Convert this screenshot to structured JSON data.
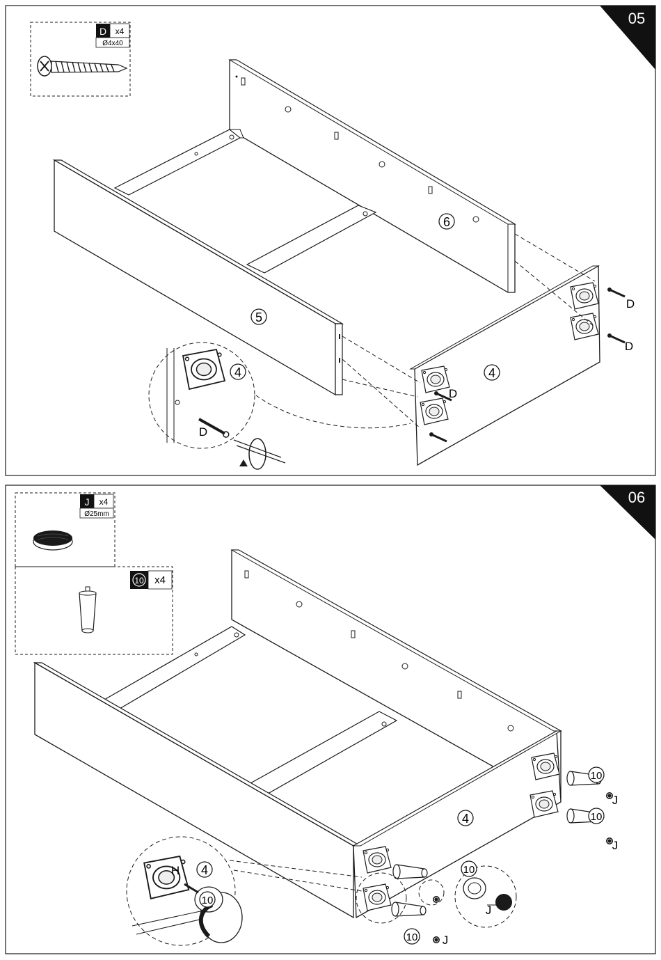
{
  "step05": {
    "step_number": "05",
    "hardware": {
      "letter": "D",
      "qty": "x4",
      "size": "Ø4x40"
    },
    "labels": {
      "panel_5": "5",
      "panel_6": "6",
      "panel_4": "4",
      "detail_panel": "4",
      "screw": "D"
    }
  },
  "step06": {
    "step_number": "06",
    "hardware_j": {
      "letter": "J",
      "qty": "x4",
      "size": "Ø25mm"
    },
    "hardware_leg": {
      "part": "10",
      "qty": "x4"
    },
    "labels": {
      "panel_4": "4",
      "detail_panel": "4",
      "detail_h": "H",
      "leg": "10",
      "cap": "J"
    }
  },
  "colors": {
    "line": "#1a1a1a",
    "panel": "#ffffff",
    "tab": "#111111"
  }
}
